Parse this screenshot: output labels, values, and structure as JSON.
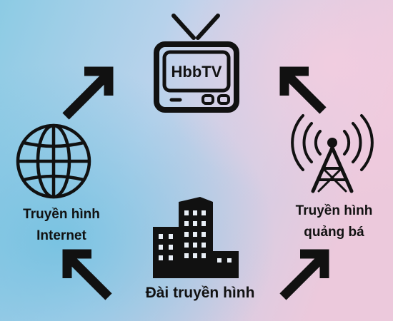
{
  "nodes": {
    "tv": {
      "label": "HbbTV"
    },
    "internet": {
      "line1": "Truyền hình",
      "line2": "Internet"
    },
    "broadcast": {
      "line1": "Truyền hình",
      "line2": "quảng bá"
    },
    "station": {
      "label": "Đài truyền hình"
    }
  },
  "colors": {
    "ink": "#111111",
    "bg_left": "#7fc6e2",
    "bg_right": "#e6c6dc",
    "bg_mid": "#c5d4ec"
  }
}
